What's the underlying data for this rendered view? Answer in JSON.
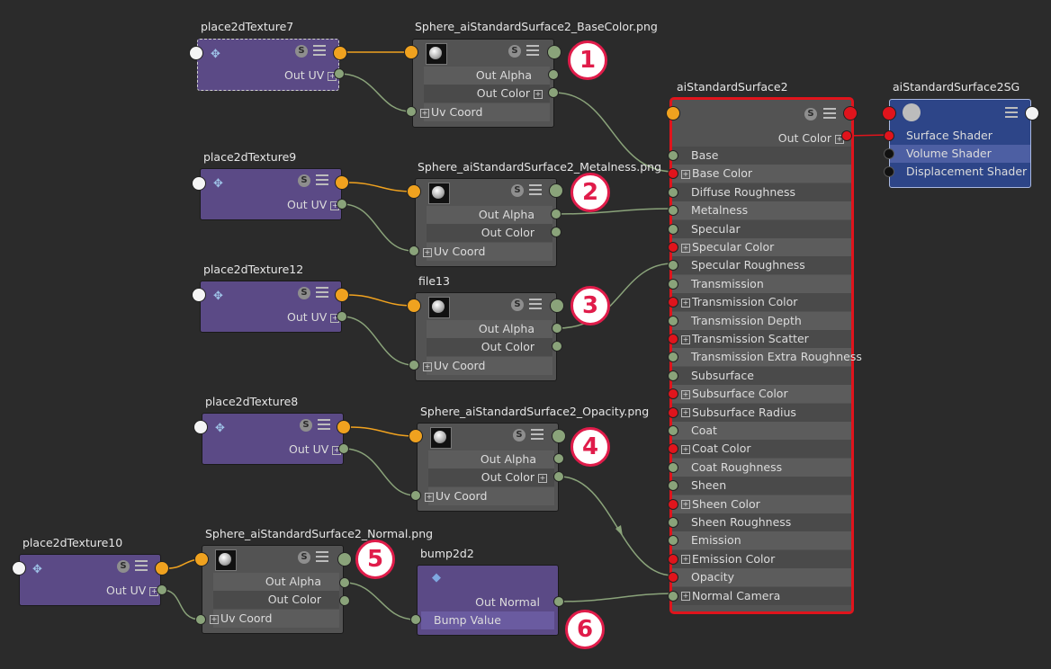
{
  "nodes": {
    "p2d7": {
      "title": "place2dTexture7",
      "out": "Out UV"
    },
    "p2d9": {
      "title": "place2dTexture9",
      "out": "Out UV"
    },
    "p2d12": {
      "title": "place2dTexture12",
      "out": "Out UV"
    },
    "p2d8": {
      "title": "place2dTexture8",
      "out": "Out UV"
    },
    "p2d10": {
      "title": "place2dTexture10",
      "out": "Out UV"
    },
    "file_base": {
      "title": "Sphere_aiStandardSurface2_BaseColor.png",
      "out_alpha": "Out Alpha",
      "out_color": "Out Color",
      "uv": "Uv Coord"
    },
    "file_metal": {
      "title": "Sphere_aiStandardSurface2_Metalness.png",
      "out_alpha": "Out Alpha",
      "out_color": "Out Color",
      "uv": "Uv Coord"
    },
    "file13": {
      "title": "file13",
      "out_alpha": "Out Alpha",
      "out_color": "Out Color",
      "uv": "Uv Coord"
    },
    "file_opacity": {
      "title": "Sphere_aiStandardSurface2_Opacity.png",
      "out_alpha": "Out Alpha",
      "out_color": "Out Color",
      "uv": "Uv Coord"
    },
    "file_normal": {
      "title": "Sphere_aiStandardSurface2_Normal.png",
      "out_alpha": "Out Alpha",
      "out_color": "Out Color",
      "uv": "Uv Coord"
    },
    "bump": {
      "title": "bump2d2",
      "out": "Out Normal",
      "in": "Bump Value"
    },
    "shader": {
      "title": "aiStandardSurface2",
      "out": "Out Color",
      "attrs": [
        "Base",
        "Base Color",
        "Diffuse Roughness",
        "Metalness",
        "Specular",
        "Specular Color",
        "Specular Roughness",
        "Transmission",
        "Transmission Color",
        "Transmission Depth",
        "Transmission Scatter",
        "Transmission Extra Roughness",
        "Subsurface",
        "Subsurface Color",
        "Subsurface Radius",
        "Coat",
        "Coat Color",
        "Coat Roughness",
        "Sheen",
        "Sheen Color",
        "Sheen Roughness",
        "Emission",
        "Emission Color",
        "Opacity",
        "Normal Camera"
      ]
    },
    "sg": {
      "title": "aiStandardSurface2SG",
      "attrs": [
        "Surface Shader",
        "Volume Shader",
        "Displacement Shader"
      ]
    }
  },
  "badges": [
    "1",
    "2",
    "3",
    "4",
    "5",
    "6"
  ],
  "colors": {
    "background": "#2b2b2b",
    "place_node": "#5b4a86",
    "file_node": "#535353",
    "sg_node": "#2d4588",
    "selected_outline": "#e0141c",
    "badge_red": "#e01c4a",
    "uv_wire": "#f0a21f",
    "data_wire": "#8aa37a"
  }
}
